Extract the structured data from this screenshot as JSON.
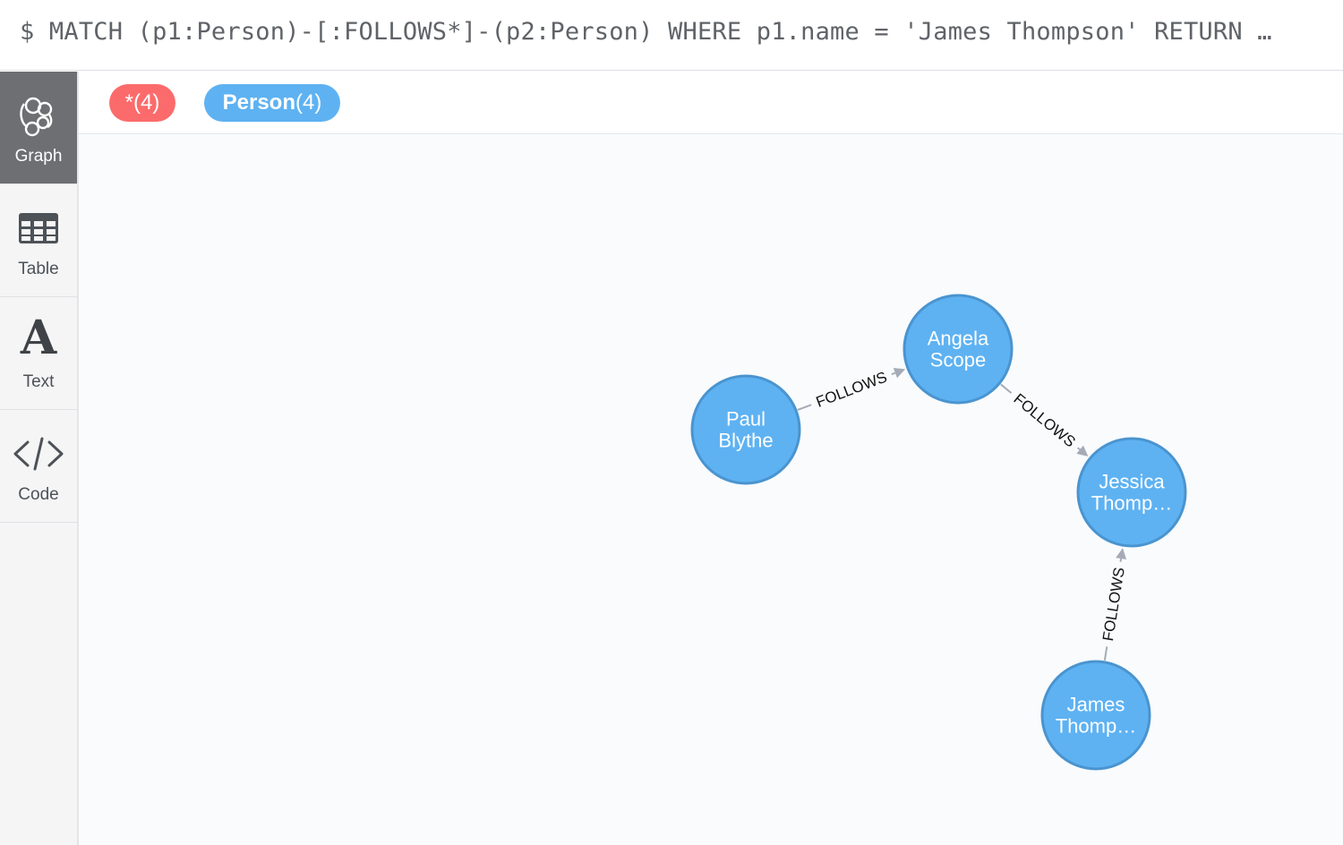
{
  "query": {
    "text": "$ MATCH (p1:Person)-[:FOLLOWS*]-(p2:Person) WHERE p1.name = 'James Thompson' RETURN …"
  },
  "sidebar": {
    "items": [
      {
        "label": "Graph",
        "icon": "graph-icon",
        "active": true
      },
      {
        "label": "Table",
        "icon": "table-icon",
        "active": false
      },
      {
        "label": "Text",
        "icon": "text-icon",
        "glyph": "A",
        "active": false
      },
      {
        "label": "Code",
        "icon": "code-icon",
        "active": false
      }
    ]
  },
  "tags": {
    "all": {
      "label": "*(4)",
      "color": "#fc6b6b"
    },
    "person": {
      "name": "Person",
      "count": "(4)",
      "color": "#5eb2f2"
    }
  },
  "graph": {
    "node_color": "#5eb2f2",
    "node_border": "#4a94cf",
    "edge_color": "#a5abb6",
    "nodes": [
      {
        "id": "paul",
        "line1": "Paul",
        "line2": "Blythe"
      },
      {
        "id": "angela",
        "line1": "Angela",
        "line2": "Scope"
      },
      {
        "id": "jessica",
        "line1": "Jessica",
        "line2": "Thomp…"
      },
      {
        "id": "james",
        "line1": "James",
        "line2": "Thomp…"
      }
    ],
    "relationships": [
      {
        "from": "paul",
        "to": "angela",
        "label": "FOLLOWS"
      },
      {
        "from": "angela",
        "to": "jessica",
        "label": "FOLLOWS"
      },
      {
        "from": "james",
        "to": "jessica",
        "label": "FOLLOWS"
      }
    ]
  }
}
